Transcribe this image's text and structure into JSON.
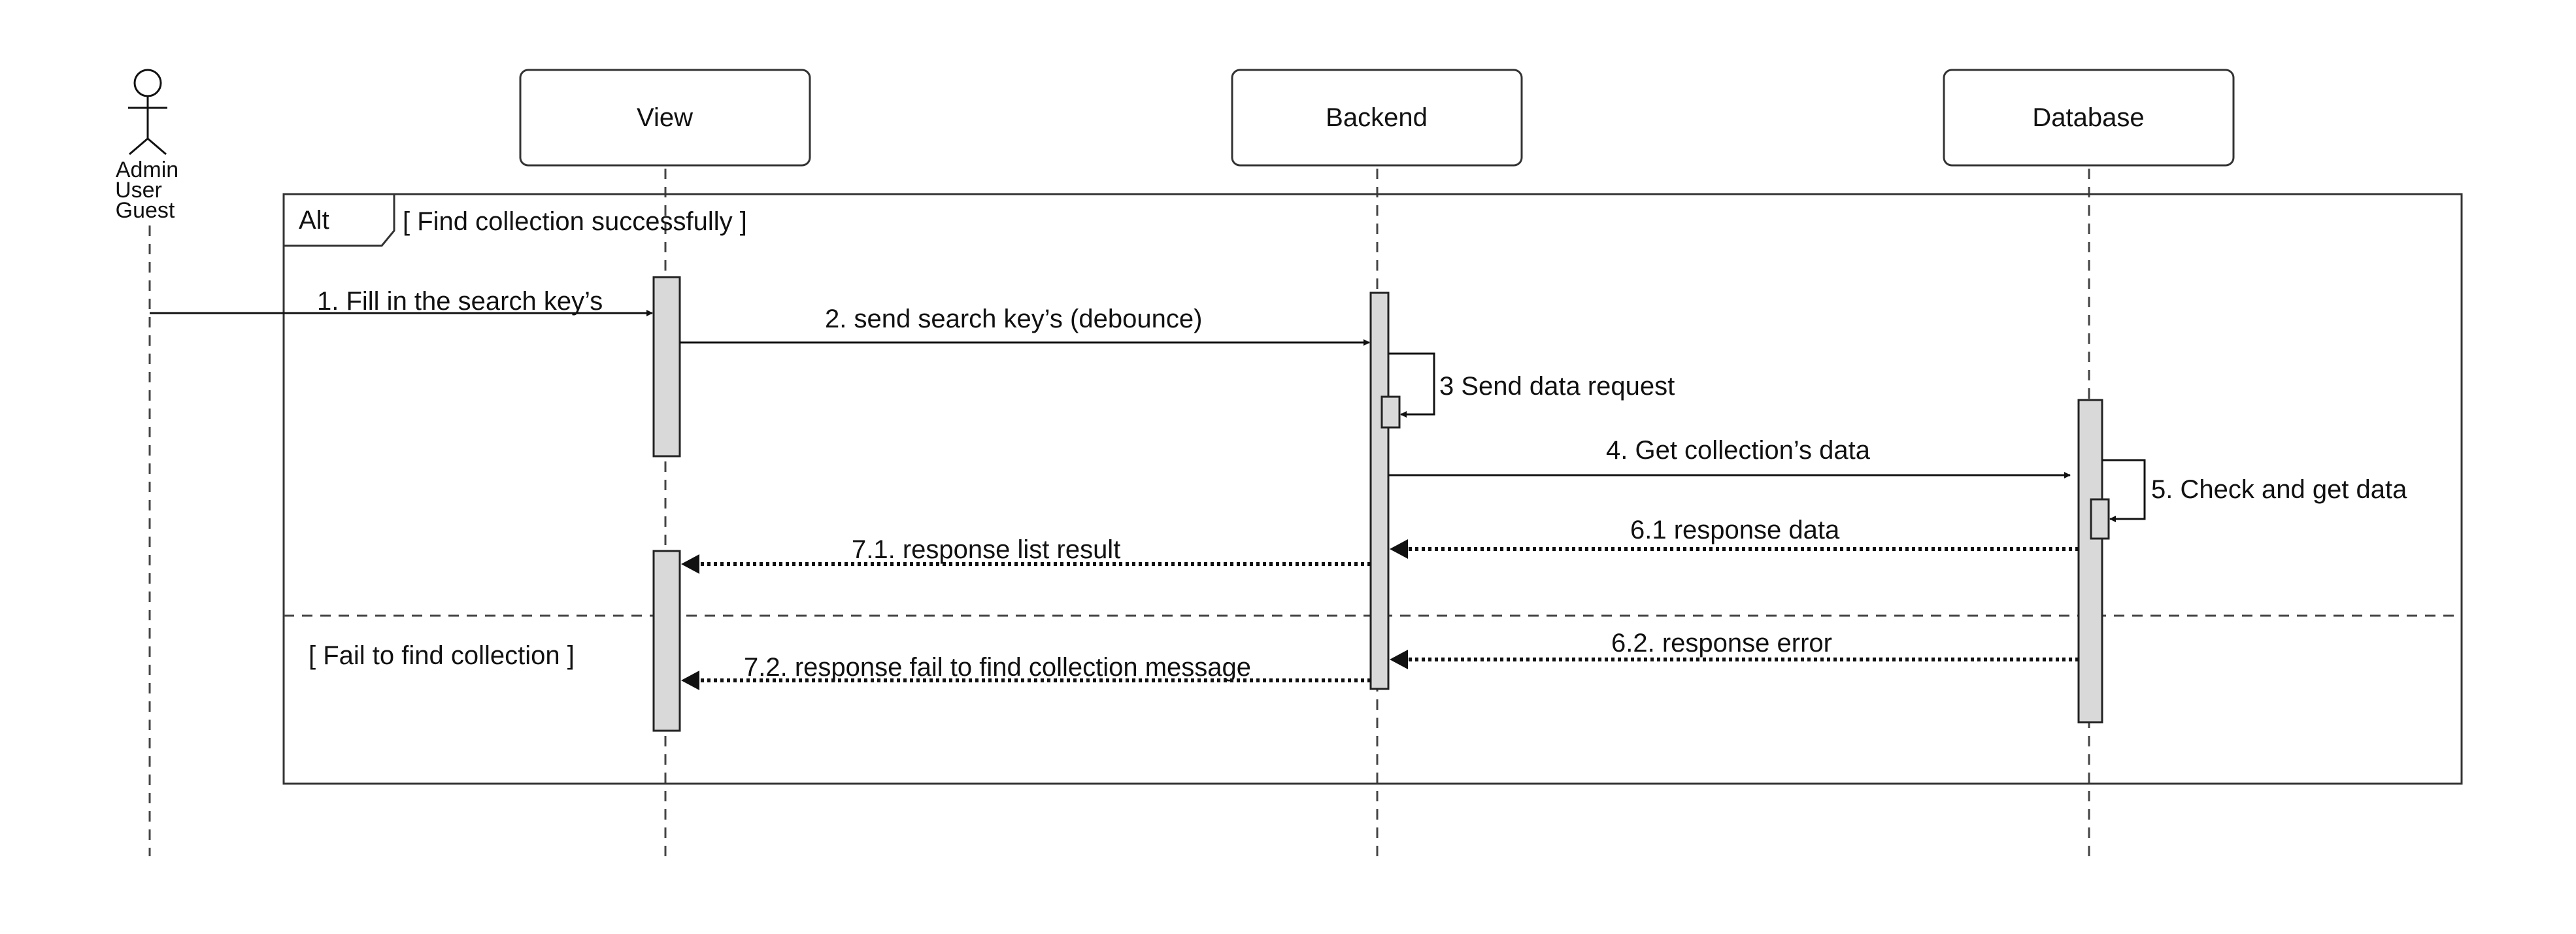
{
  "actor": {
    "lines": [
      "Admin",
      "User",
      "Guest"
    ]
  },
  "participants": {
    "view": "View",
    "backend": "Backend",
    "database": "Database"
  },
  "frame": {
    "operator": "Alt",
    "guard_success": "[ Find collection successfully ]",
    "guard_fail": "[ Fail to find collection ]"
  },
  "messages": {
    "m1": "1. Fill in the search key’s",
    "m2": "2. send search key’s (debounce)",
    "m3": "3 Send data request",
    "m4": "4. Get collection’s data",
    "m5": "5. Check and get data",
    "m61": "6.1 response data",
    "m71": "7.1. response list result",
    "m62": "6.2. response error",
    "m72": "7.2. response fail to find collection message"
  }
}
